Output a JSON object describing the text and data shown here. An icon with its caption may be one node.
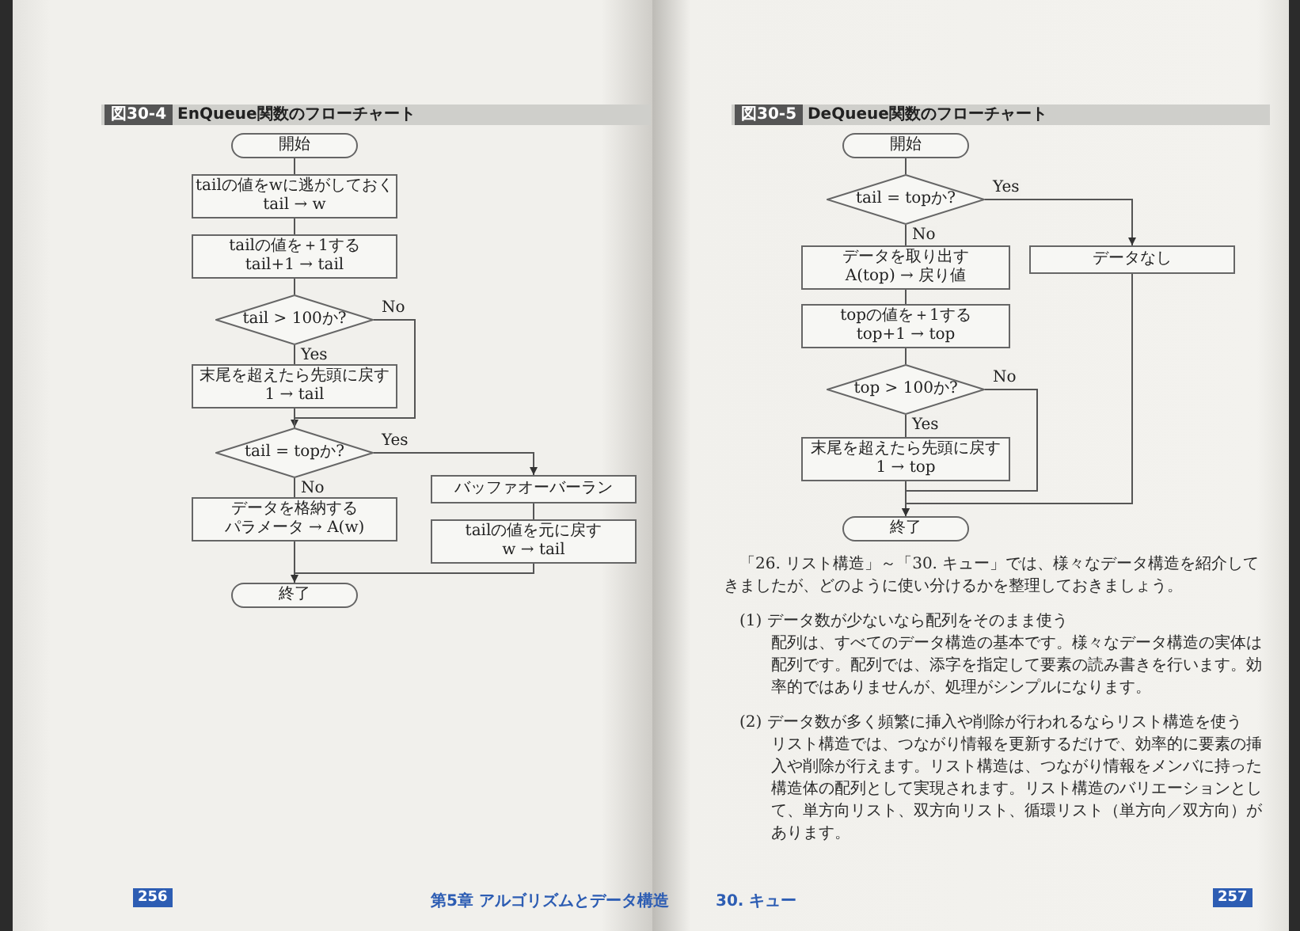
{
  "diagram": {
    "nodes": [
      {
        "text": [
          "開始"
        ]
      },
      {
        "text": [
          "tailの値をwに逃がしておく",
          "tail → w"
        ]
      },
      {
        "text": [
          "tailの値を＋1する",
          "tail+1 → tail"
        ]
      },
      {
        "text": [
          "tail > 100か?"
        ]
      },
      {
        "text": [
          "末尾を超えたら先頭に戻す",
          "1 → tail"
        ]
      },
      {
        "text": [
          "tail = topか?"
        ]
      },
      {
        "text": [
          "データを格納する",
          "パラメータ → A(w)"
        ]
      },
      {
        "text": [
          "バッファオーバーラン"
        ]
      },
      {
        "text": [
          "tailの値を元に戻す",
          "w → tail"
        ]
      },
      {
        "text": [
          "終了"
        ]
      },
      {
        "text": [
          "開始"
        ]
      },
      {
        "text": [
          "tail = topか?"
        ]
      },
      {
        "text": [
          "データを取り出す",
          "A(top) → 戻り値"
        ]
      },
      {
        "text": [
          "データなし"
        ]
      },
      {
        "text": [
          "topの値を＋1する",
          "top+1 → top"
        ]
      },
      {
        "text": [
          "top > 100か?"
        ]
      },
      {
        "text": [
          "末尾を超えたら先頭に戻す",
          "1 → top"
        ]
      },
      {
        "text": [
          "終了"
        ]
      }
    ],
    "edges": [
      {
        "from": 0,
        "to": 1,
        "arrow": "none"
      },
      {
        "from": 1,
        "to": 2,
        "arrow": "none"
      },
      {
        "from": 2,
        "to": 3,
        "arrow": "none"
      },
      {
        "from": 3,
        "to": 4,
        "arrow": "none",
        "label": "Yes"
      },
      {
        "from": 3,
        "to": 5,
        "arrow": "to",
        "label": "No"
      },
      {
        "from": 4,
        "to": 5,
        "arrow": "none"
      },
      {
        "from": 5,
        "to": 6,
        "arrow": "none",
        "label": "No"
      },
      {
        "from": 5,
        "to": 7,
        "arrow": "to",
        "label": "Yes"
      },
      {
        "from": 7,
        "to": 8,
        "arrow": "none"
      },
      {
        "from": 6,
        "to": 9,
        "arrow": "none"
      },
      {
        "from": 8,
        "to": 9,
        "arrow": "to"
      },
      {
        "from": 10,
        "to": 11,
        "arrow": "none"
      },
      {
        "from": 11,
        "to": 12,
        "arrow": "none",
        "label": "No"
      },
      {
        "from": 11,
        "to": 13,
        "arrow": "to",
        "label": "Yes"
      },
      {
        "from": 12,
        "to": 14,
        "arrow": "none"
      },
      {
        "from": 14,
        "to": 15,
        "arrow": "none"
      },
      {
        "from": 15,
        "to": 16,
        "arrow": "none",
        "label": "Yes"
      },
      {
        "from": 15,
        "to": 17,
        "arrow": "to",
        "label": "No"
      },
      {
        "from": 16,
        "to": 17,
        "arrow": "none"
      },
      {
        "from": 13,
        "to": 17,
        "arrow": "to"
      }
    ],
    "labels": [
      "図30-4",
      "EnQueue関数のフローチャート",
      "図30-5",
      "DeQueue関数のフローチャート",
      "「26. リスト構造」～「30. キュー」では、様々なデータ構造を紹介してきましたが、どのように使い分けるかを整理しておきましょう。",
      "(1) データ数が少ないなら配列をそのまま使う",
      "配列は、すべてのデータ構造の基本です。様々なデータ構造の実体は配列です。配列では、添字を指定して要素の読み書きを行います。効率的ではありませんが、処理がシンプルになります。",
      "(2) データ数が多く頻繁に挿入や削除が行われるならリスト構造を使う",
      "リスト構造では、つながり情報を更新するだけで、効率的に要素の挿入や削除が行えます。リスト構造は、つながり情報をメンバに持った構造体の配列として実現されます。リスト構造のバリエーションとして、単方向リスト、双方向リスト、循環リスト（単方向／双方向）があります。",
      "256",
      "第5章 アルゴリズムとデータ構造",
      "30. キュー",
      "257"
    ]
  }
}
